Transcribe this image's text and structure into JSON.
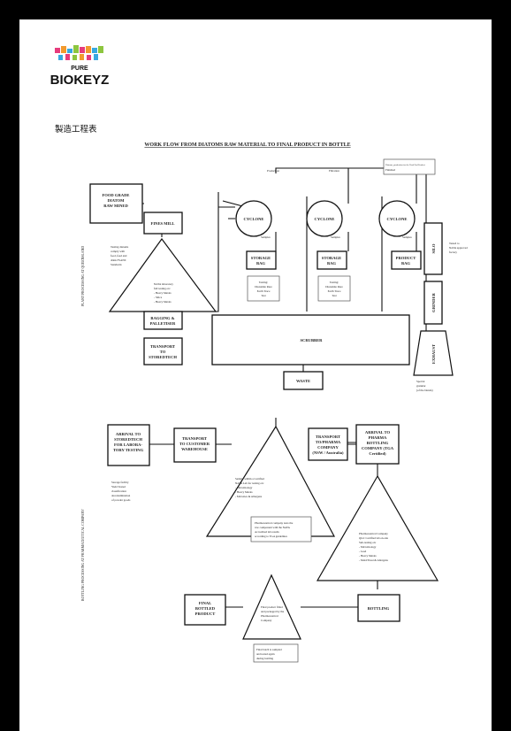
{
  "logo": {
    "small": "PURE",
    "main": "BIOKEYZ"
  },
  "heading": {
    "jp": "製造工程表",
    "title": "WORK FLOW FROM DIATOMS RAW MATERIAL TO FINAL PRODUCT IN BOTTLE"
  },
  "section1": {
    "side_label": "PLANT PROCESSING AT QUEENSLAND",
    "raw": [
      "FOOD GRADE",
      "DIATOM",
      "RAW MINED"
    ],
    "raw_note": [
      "Testing diatoms",
      "comply with",
      "food, feed and",
      "drink FSANZ",
      "Standards"
    ],
    "mill": "FINES MILL",
    "tri_note": [
      "NATA laboratory",
      "full testing on:",
      "- Heavy Metals",
      "- Silica",
      "- Heavy Metals"
    ],
    "bagging": [
      "BAGGING &",
      "PALLETISER"
    ],
    "transport": [
      "TRANSPORT",
      "TO",
      "STOREDTECH"
    ],
    "cyclones": [
      "CYCLONE",
      "CYCLONE",
      "CYCLONE"
    ],
    "storage": [
      "STORAGE",
      "BAG",
      "STORAGE",
      "BAG",
      "PRODUCT",
      "BAG"
    ],
    "silo": "SILO",
    "grinder": "GRINDER",
    "scrubber": "SCRUBBER",
    "waste": "WASTE",
    "exhaust": "EXHAUST",
    "top_notes": [
      "Production",
      "Filtration",
      "Diatoms, production for the Final End Product",
      "Finished"
    ],
    "side_notes": [
      "Tested to",
      "NATA approved",
      "factory",
      "Samples",
      "Samples",
      "Samples"
    ],
    "bag_notes": [
      "Testing:",
      "Diatomite Rare",
      "Earth Trace",
      "Test"
    ],
    "bottom_note": [
      "Special",
      "granular",
      "(of the blends)"
    ]
  },
  "section2": {
    "side_label": "BOTTLING PROCESSING AT PHARMACEUTICAL COMPANY",
    "arrival": [
      "ARRIVAL TO",
      "STOREDTECH",
      "FOR LABORA-",
      "TORY TESTING"
    ],
    "arrival_note": [
      "Storage facility",
      "Yield Tested",
      "classification",
      "and",
      "decontamination",
      "of powder goods"
    ],
    "transport1": [
      "TRANSPORT",
      "TO CUSTOMER",
      "WAREHOUSE"
    ],
    "transport2": [
      "TRANSPORT",
      "TO/PHARMA",
      "COMPANY",
      "(NSW / Australia)"
    ],
    "arrival_pharma": [
      "ARRIVAL TO",
      "PHARMA",
      "BOTTLING",
      "COMPANY (TGA",
      "Certified)"
    ],
    "tri1_note": [
      "Sample within a Certified",
      "NATA Lab for testing on:",
      "- Microbiology",
      "- Heavy Metals",
      "- Microbes & Allergens"
    ],
    "mid_note": [
      "Pharmaceutical company tests the",
      "raw component with the NATA",
      "Accredited lab results",
      "according to TGA guidelines"
    ],
    "tri2_note": [
      "Pharmaceutical Company",
      "QGC Certified lab on-site",
      "Sub-testing on:",
      "- Microbiology",
      "- Lead",
      "- Heavy Metals",
      "- Mold/Yeast & Allergens"
    ],
    "bottling": "BOTTLING",
    "final": [
      "FINAL",
      "BOTTLED",
      "PRODUCT"
    ],
    "tri3_note": [
      "Final product filled",
      "and packaged by the",
      "Pharmaceutical",
      "Company"
    ],
    "bottom_note": [
      "Final batch is sampled",
      "and tested again",
      "during bottling"
    ]
  }
}
